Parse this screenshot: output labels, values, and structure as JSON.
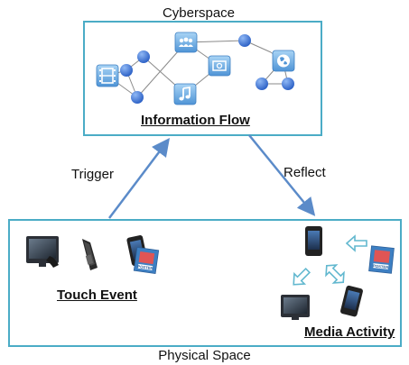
{
  "diagram": {
    "cyberspace_label": "Cyberspace",
    "information_flow_label": "Information Flow",
    "trigger_label": "Trigger",
    "reflect_label": "Reflect",
    "touch_event_label": "Touch Event",
    "media_activity_label": "Media Activity",
    "physical_space_label": "Physical Space"
  },
  "icons": {
    "cyberspace": [
      "film-icon",
      "people-icon",
      "music-note-icon",
      "photo-icon",
      "globe-icon"
    ],
    "touch_event": [
      "monitor-icon",
      "flip-phone-icon",
      "smartphone-icon",
      "poster-icon"
    ],
    "media_activity": [
      "smartphone-icon",
      "poster-icon",
      "monitor-icon",
      "smartphone-icon"
    ]
  },
  "poster_text": "POSTER",
  "colors": {
    "box_border": "#4bacc6",
    "arrow": "#5b8bc9",
    "node": "#3c78d8",
    "tile": "#6aaee0",
    "hollow_arrow": "#62b8cf"
  }
}
